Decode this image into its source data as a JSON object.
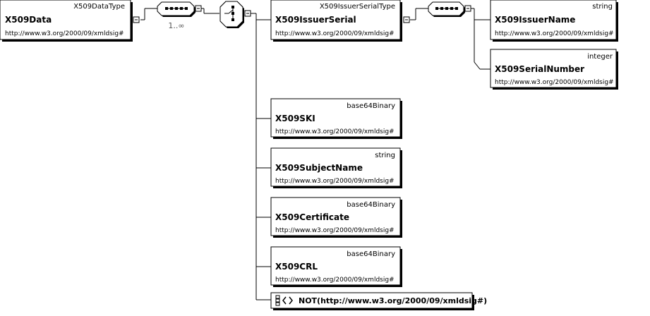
{
  "root": {
    "type": "X509DataType",
    "name": "X509Data",
    "namespace": "http://www.w3.org/2000/09/xmldsig#"
  },
  "sequence_cardinality": "1..∞",
  "issuer_serial": {
    "type": "X509IssuerSerialType",
    "name": "X509IssuerSerial",
    "namespace": "http://www.w3.org/2000/09/xmldsig#"
  },
  "issuer_name": {
    "type": "string",
    "name": "X509IssuerName",
    "namespace": "http://www.w3.org/2000/09/xmldsig#"
  },
  "serial_number": {
    "type": "integer",
    "name": "X509SerialNumber",
    "namespace": "http://www.w3.org/2000/09/xmldsig#"
  },
  "ski": {
    "type": "base64Binary",
    "name": "X509SKI",
    "namespace": "http://www.w3.org/2000/09/xmldsig#"
  },
  "subject_name": {
    "type": "string",
    "name": "X509SubjectName",
    "namespace": "http://www.w3.org/2000/09/xmldsig#"
  },
  "certificate": {
    "type": "base64Binary",
    "name": "X509Certificate",
    "namespace": "http://www.w3.org/2000/09/xmldsig#"
  },
  "crl": {
    "type": "base64Binary",
    "name": "X509CRL",
    "namespace": "http://www.w3.org/2000/09/xmldsig#"
  },
  "wildcard": {
    "label": "NOT(http://www.w3.org/2000/09/xmldsig#)"
  }
}
